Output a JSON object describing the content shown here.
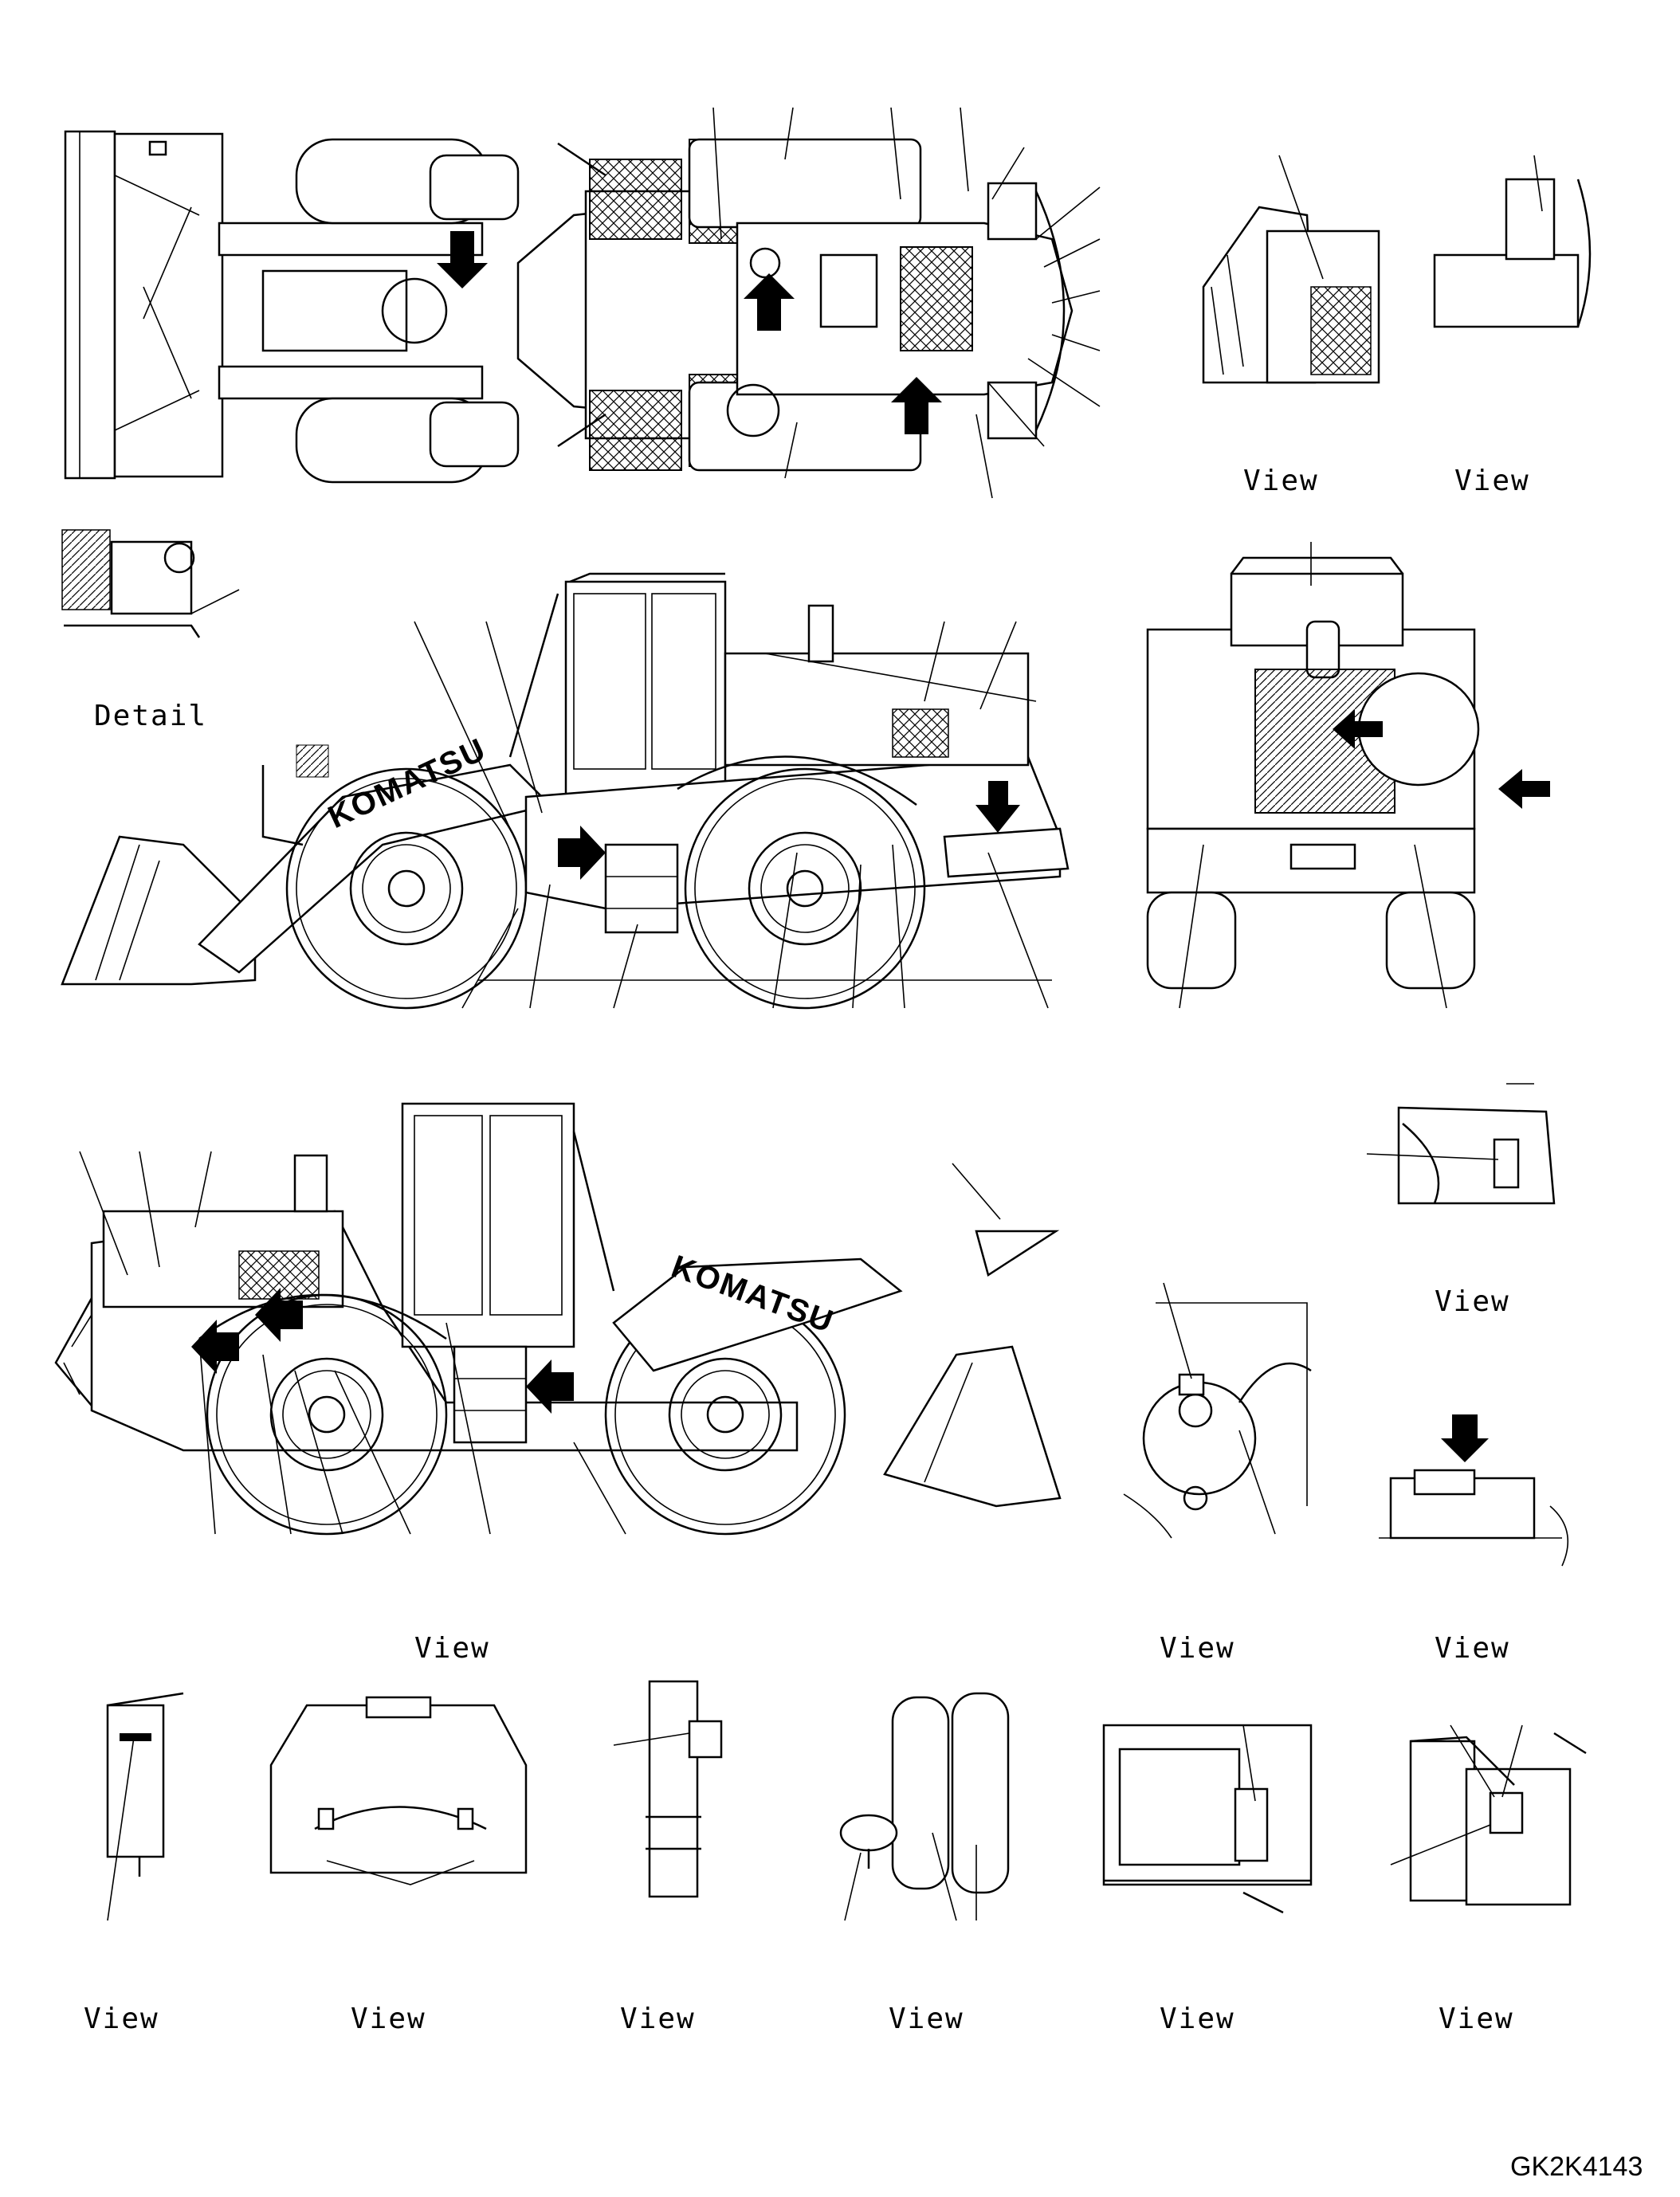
{
  "drawing": {
    "code": "GK2K4143",
    "labels": {
      "view_top_a": "View",
      "view_top_b": "View",
      "detail": "Detail",
      "view_mid_right": "View",
      "view_side_bottom": "View",
      "view_small_a": "View",
      "view_small_b": "View",
      "view_bottom_1": "View",
      "view_bottom_2": "View",
      "view_bottom_3": "View",
      "view_bottom_4": "View",
      "view_bottom_5": "View",
      "view_bottom_6": "View"
    },
    "logo_text": "KOMATSU",
    "colors": {
      "ink": "#000000",
      "paper": "#ffffff"
    }
  }
}
